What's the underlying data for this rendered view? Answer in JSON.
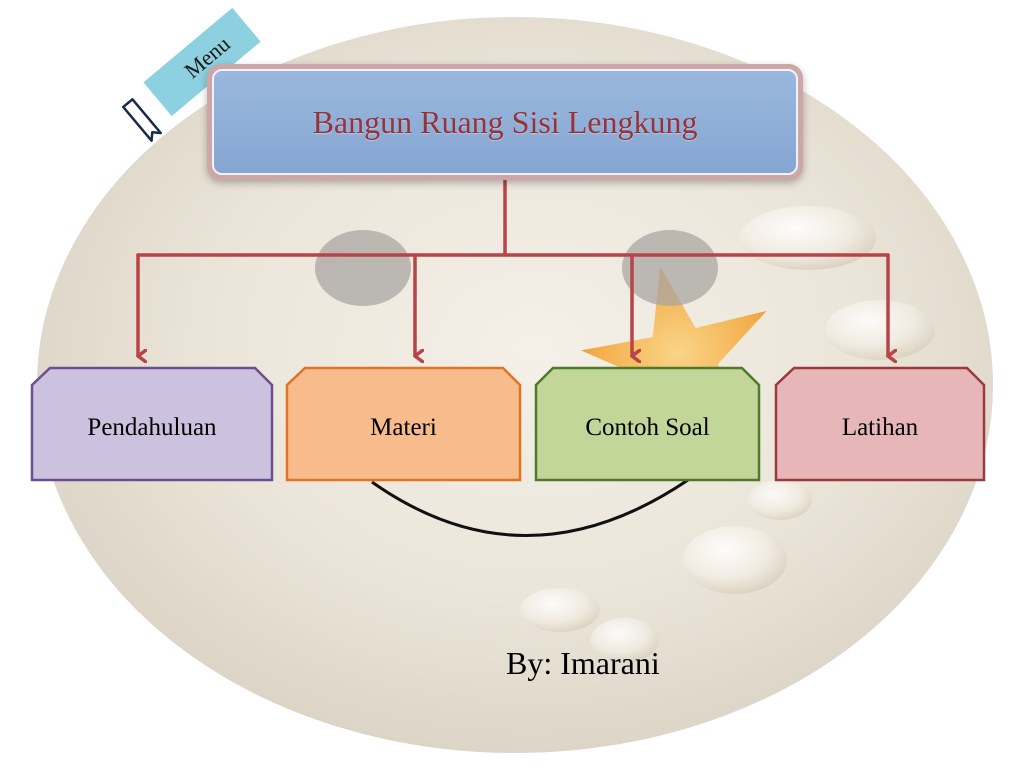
{
  "menu": {
    "label": "Menu"
  },
  "title": "Bangun Ruang Sisi Lengkung",
  "branches": [
    {
      "label": "Pendahuluan"
    },
    {
      "label": "Materi"
    },
    {
      "label": "Contoh Soal"
    },
    {
      "label": "Latihan"
    }
  ],
  "author": "By: Imarani",
  "colors": {
    "connector": "#b84449",
    "title_text": "#963338",
    "title_fill": "#8fb0d8",
    "menu_fill": "#8dd0e0",
    "pendahuluan_fill": "#ccc1df",
    "pendahuluan_stroke": "#6c4f8c",
    "materi_fill": "#f8bc8c",
    "materi_stroke": "#e07424",
    "contoh_fill": "#c2d69a",
    "contoh_stroke": "#4f7a2d",
    "latihan_fill": "#e6b6b8",
    "latihan_stroke": "#9a3a3e"
  },
  "icons": {
    "bookmark": "bookmark-icon",
    "starfish": "starfish-icon",
    "seashell": "seashell-icon"
  }
}
